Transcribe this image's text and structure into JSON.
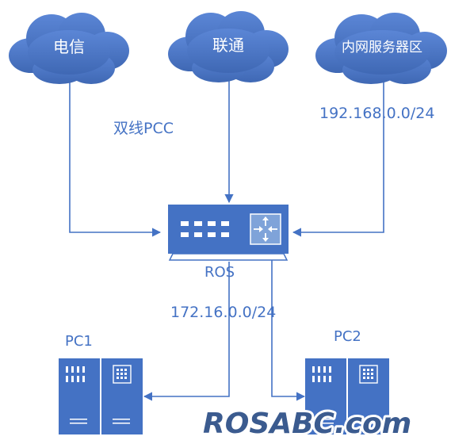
{
  "clouds": {
    "telecom": "电信",
    "unicom": "联通",
    "intranet": "内网服务器区"
  },
  "labels": {
    "dual_line": "双线PCC",
    "intranet_subnet": "192.168.0.0/24",
    "router": "ROS",
    "lan_subnet": "172.16.0.0/24",
    "pc1": "PC1",
    "pc2": "PC2"
  },
  "watermark": "ROSABC.com",
  "colors": {
    "primary": "#4472c4",
    "watermark_text": "#3b5b8f"
  },
  "icons": {
    "cloud": "cloud-icon",
    "router": "router-icon",
    "server": "server-icon"
  }
}
